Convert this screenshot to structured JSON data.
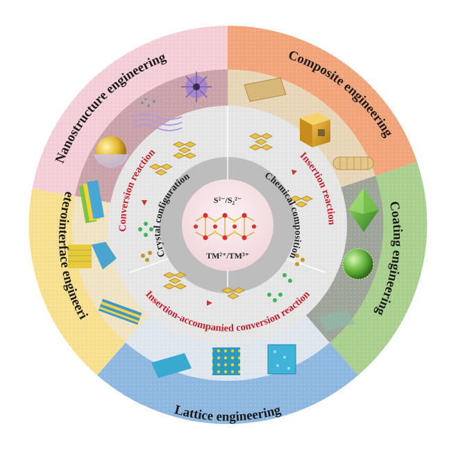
{
  "diagram": {
    "outer_segments": [
      {
        "label": "Nanostructure engineering",
        "color": "#f5cfd8"
      },
      {
        "label": "Composite engineering",
        "color": "#f2a57a"
      },
      {
        "label": "Coating engineering",
        "color": "#a9d08e"
      },
      {
        "label": "Lattice engineering",
        "color": "#8fb8e0"
      },
      {
        "label": "Heterointerface engineering",
        "color": "#f7e08f"
      }
    ],
    "middle_labels": [
      {
        "label": "Conversion reaction"
      },
      {
        "label": "Insertion reaction"
      },
      {
        "label": "Insertion-accompanied conversion reaction"
      }
    ],
    "inner_labels": [
      {
        "label": "Crystal configuration"
      },
      {
        "label": "Chemical composition"
      }
    ],
    "center": {
      "top": "S²⁻/S₂²⁻",
      "bottom": "TM²⁺/TM³⁺"
    },
    "colors": {
      "middle_ring": "#e6e6e6",
      "inner_ring": "#bdbdbd",
      "center": "#f6e3e6",
      "label_red": "#c41e2a"
    }
  }
}
